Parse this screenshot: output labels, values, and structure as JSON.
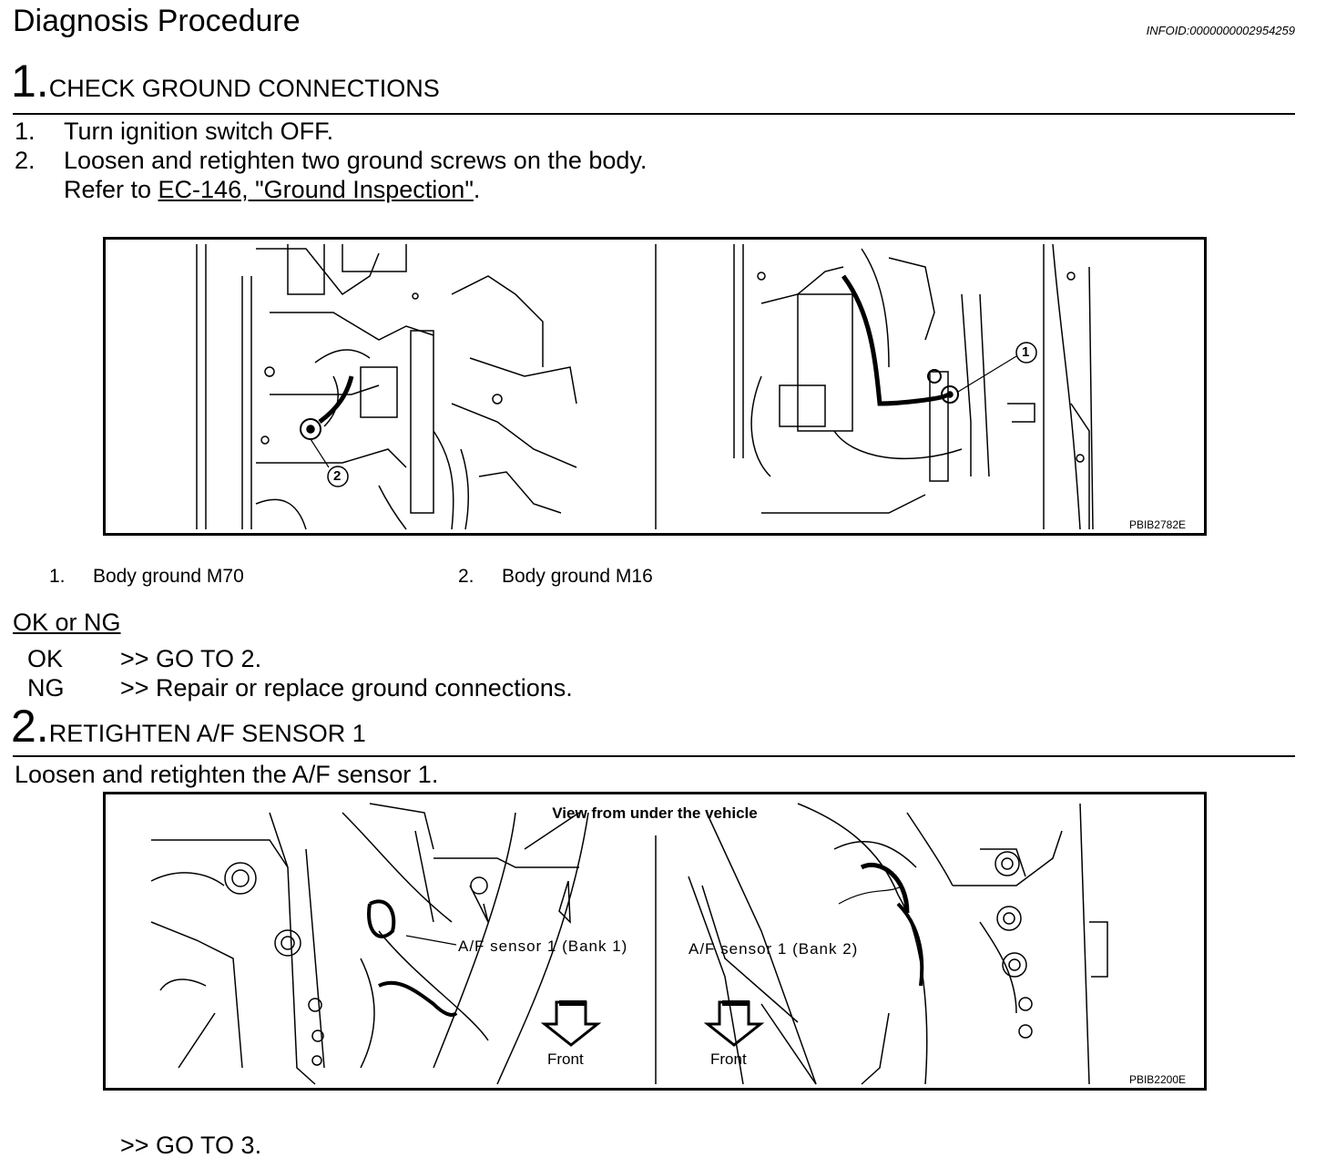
{
  "header": {
    "title": "Diagnosis Procedure",
    "info_id": "INFOID:0000000002954259"
  },
  "step1": {
    "number": "1.",
    "title": "CHECK GROUND CONNECTIONS",
    "items": [
      {
        "num": "1.",
        "text": "Turn ignition switch OFF."
      },
      {
        "num": "2.",
        "text": "Loosen and retighten two ground screws on the body."
      }
    ],
    "refer_prefix": "Refer to ",
    "refer_link": "EC-146, \"Ground Inspection\"",
    "refer_suffix": ".",
    "figure": {
      "code": "PBIB2782E",
      "callout_1": "1",
      "callout_2": "2"
    },
    "legend": [
      {
        "num": "1.",
        "text": "Body ground M70"
      },
      {
        "num": "2.",
        "text": "Body ground M16"
      }
    ],
    "result_heading": "OK or NG",
    "results": [
      {
        "status": "OK",
        "action": ">> GO TO 2."
      },
      {
        "status": "NG",
        "action": ">> Repair or replace ground connections."
      }
    ]
  },
  "step2": {
    "number": "2.",
    "title": "RETIGHTEN A/F SENSOR 1",
    "instruction": "Loosen and retighten the A/F sensor 1.",
    "figure": {
      "code": "PBIB2200E",
      "view_label": "View from under the vehicle",
      "left_label": "A/F sensor 1 (Bank 1)",
      "right_label": "A/F sensor 1 (Bank 2)",
      "front_label": "Front"
    },
    "next": ">> GO TO 3."
  }
}
